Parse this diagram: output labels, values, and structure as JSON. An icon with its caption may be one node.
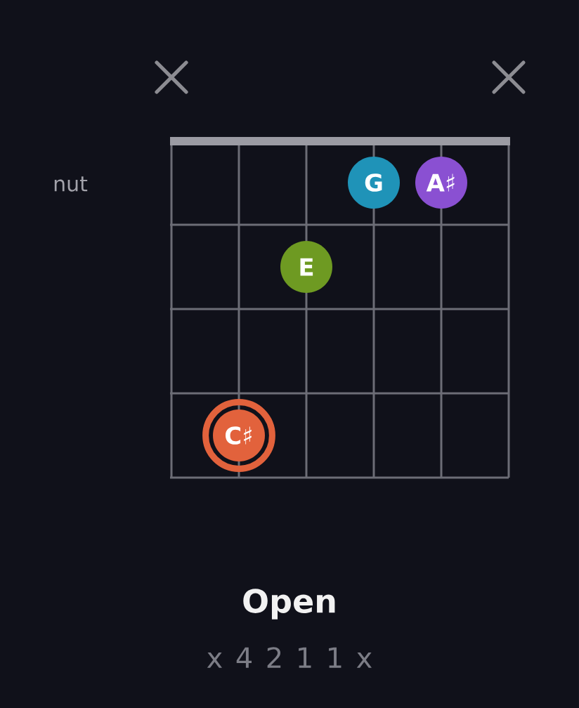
{
  "diagram": {
    "title": "Open",
    "caption": "x 4 2 1 1 x",
    "nodes": [
      {
        "text": [
          "G"
        ]
      },
      {
        "text": [
          "A♯"
        ]
      },
      {
        "text": [
          "E"
        ]
      },
      {
        "text": [
          "C♯"
        ]
      }
    ],
    "labels": [
      "nut"
    ]
  }
}
